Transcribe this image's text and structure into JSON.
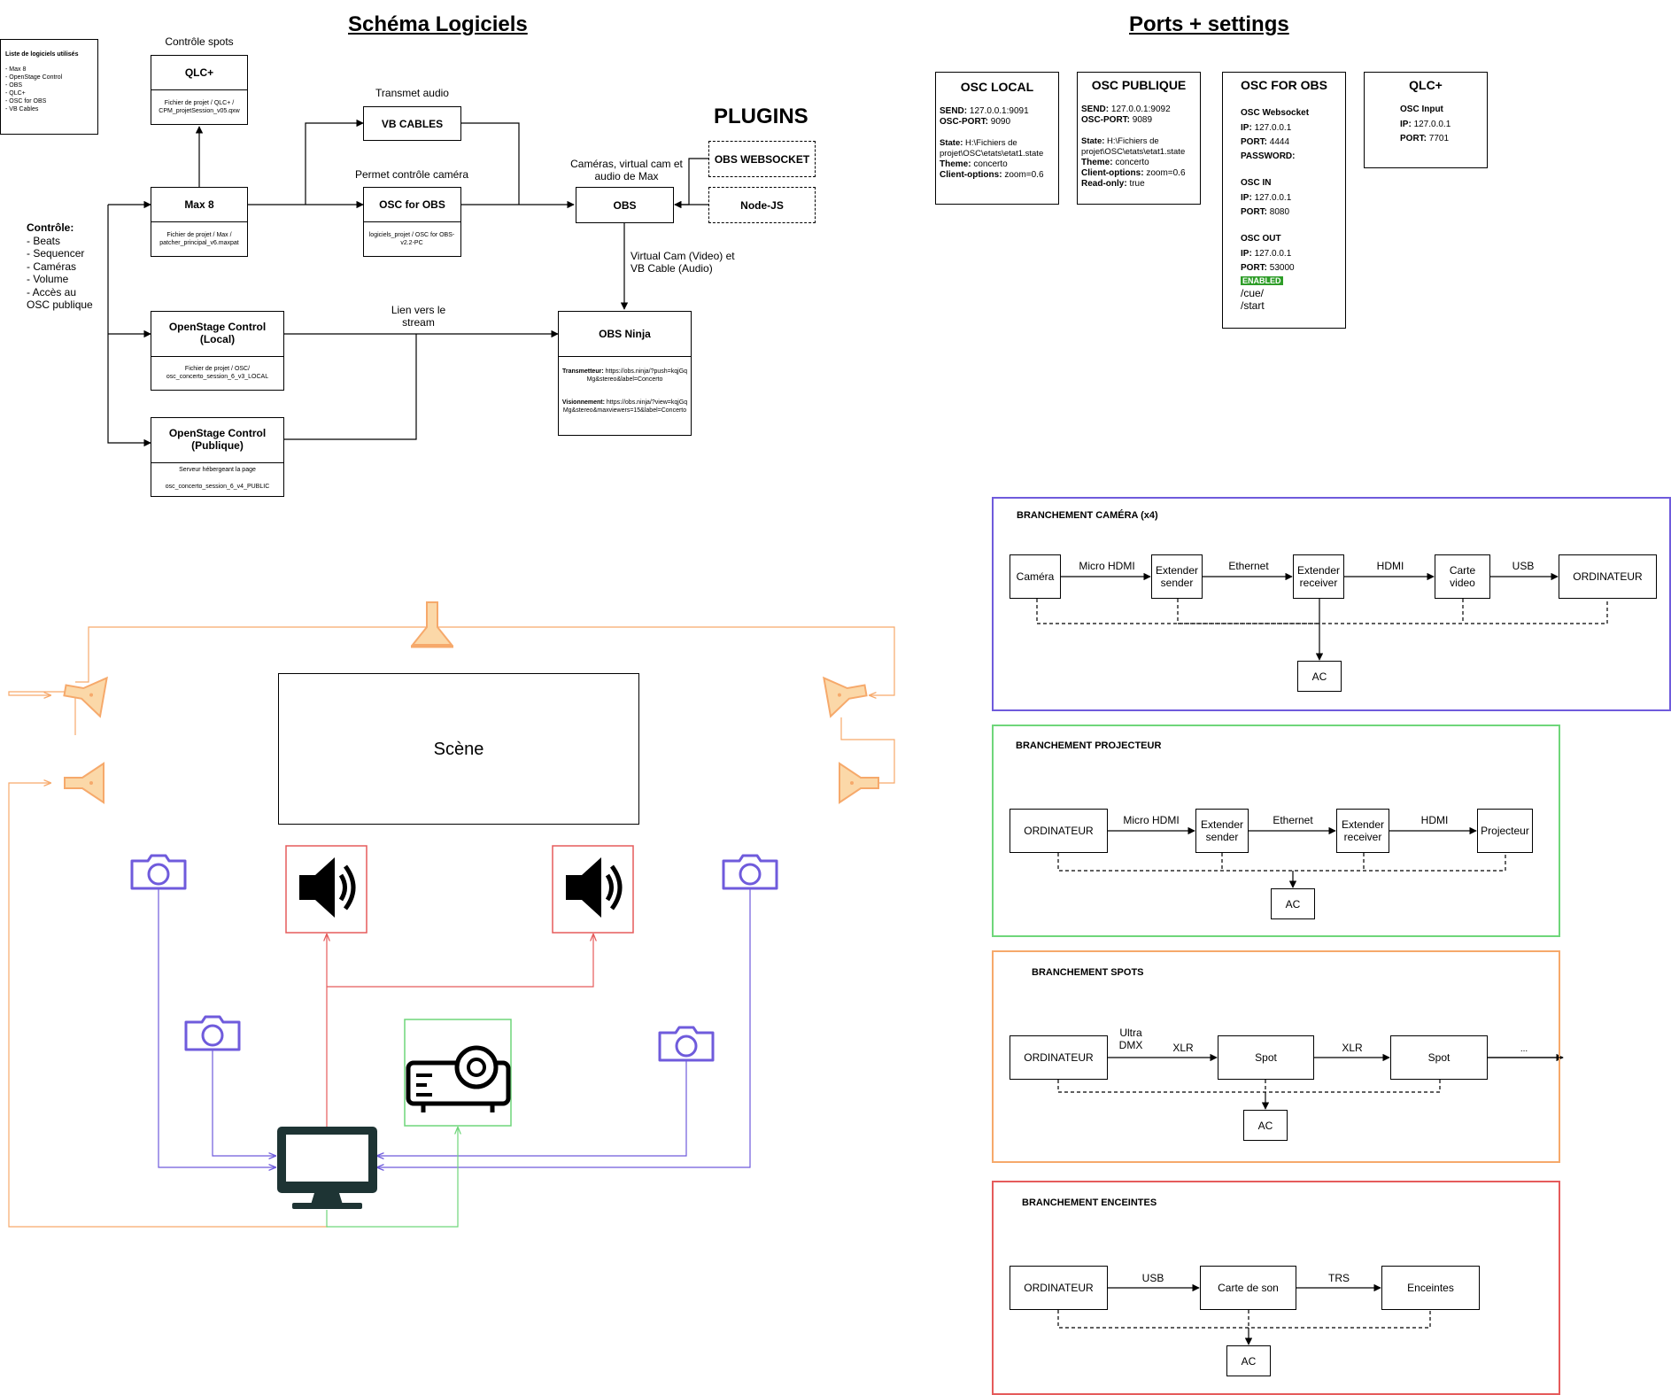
{
  "titles": {
    "schema": "Schéma Logiciels",
    "ports": "Ports + settings",
    "plugins": "PLUGINS"
  },
  "legend": {
    "title": "Liste de logiciels utilisés",
    "items": [
      "- Max 8",
      "- OpenStage Control",
      "- OBS",
      "- QLC+",
      "- OSC for OBS",
      "- VB Cables"
    ]
  },
  "controle": {
    "title": "Contrôle:",
    "items": [
      "- Beats",
      "- Sequencer",
      "- Caméras",
      "- Volume",
      "- Accès au",
      "OSC publique"
    ]
  },
  "software": {
    "qlc": {
      "caption": "Contrôle spots",
      "name": "QLC+",
      "note": "Fichier de projet / QLC+ / CPM_projetSession_v05.qxw"
    },
    "vb": {
      "caption": "Transmet audio",
      "name": "VB CABLES"
    },
    "max": {
      "name": "Max 8",
      "note": "Fichier de projet / Max / patcher_principal_v6.maxpat"
    },
    "oscobs": {
      "caption": "Permet contrôle caméra",
      "name": "OSC for OBS",
      "note": "logiciels_projet / OSC for OBS-v2.2-PC"
    },
    "obs": {
      "caption": "Caméras, virtual cam et audio de Max",
      "name": "OBS"
    },
    "obsws": {
      "name": "OBS WEBSOCKET"
    },
    "nodejs": {
      "name": "Node-JS"
    },
    "virtualcam": "Virtual Cam (Video) et VB Cable (Audio)",
    "osl": {
      "name": "OpenStage Control (Local)",
      "note": "Fichier de projet / OSC/ osc_concerto_session_6_v3_LOCAL"
    },
    "osp": {
      "name": "OpenStage Control (Publique)",
      "note1": "Serveur hébergeant la page",
      "note2": "osc_concerto_session_6_v4_PUBLIC"
    },
    "stream": "Lien vers le stream",
    "ninja": {
      "name": "OBS Ninja",
      "t_label": "Transmetteur:",
      "t_value": "https://obs.ninja/?push=kqjGqMg&stereo&label=Concerto",
      "v_label": "Visionnement:",
      "v_value": "https://obs.ninja/?view=kqjGqMg&stereo&maxviewers=15&label=Concerto"
    }
  },
  "ports": {
    "local": {
      "title": "OSC LOCAL",
      "lines": [
        {
          "k": "SEND:",
          "v": " 127.0.0.1:9091"
        },
        {
          "k": "OSC-PORT:",
          "v": " 9090"
        },
        {
          "k": "",
          "v": ""
        },
        {
          "k": "State:",
          "v": " H:\\Fichiers de projet\\OSC\\etats\\etat1.state"
        },
        {
          "k": "Theme:",
          "v": " concerto"
        },
        {
          "k": "Client-options:",
          "v": " zoom=0.6"
        }
      ]
    },
    "publique": {
      "title": "OSC PUBLIQUE",
      "lines": [
        {
          "k": "SEND:",
          "v": " 127.0.0.1:9092"
        },
        {
          "k": "OSC-PORT:",
          "v": " 9089"
        },
        {
          "k": "",
          "v": ""
        },
        {
          "k": "State:",
          "v": " H:\\Fichiers de projet\\OSC\\etats\\etat1.state"
        },
        {
          "k": "Theme:",
          "v": " concerto"
        },
        {
          "k": "Client-options:",
          "v": " zoom=0.6"
        },
        {
          "k": "Read-only:",
          "v": " true"
        }
      ]
    },
    "oscforobs": {
      "title": "OSC FOR OBS",
      "ws_title": "OSC Websocket",
      "ws_ip": "127.0.0.1",
      "ws_port": "4444",
      "ws_pass": "PASSWORD:",
      "in_title": "OSC IN",
      "in_ip": "127.0.0.1",
      "in_port": "8080",
      "out_title": "OSC OUT",
      "out_ip": "127.0.0.1",
      "out_port": "53000",
      "enabled": "ENABLED",
      "cue": "/cue/",
      "start": "/start",
      "ip_label": "IP:",
      "port_label": "PORT:"
    },
    "qlc": {
      "title": "QLC+",
      "sub": "OSC Input",
      "ip": "127.0.0.1",
      "port": "7701",
      "ip_label": "IP:",
      "port_label": "PORT:"
    }
  },
  "scene": {
    "label": "Scène"
  },
  "camera_panel": {
    "title": "BRANCHEMENT CAMÉRA (x4)",
    "nodes": [
      "Caméra",
      "Extender sender",
      "Extender receiver",
      "Carte video",
      "ORDINATEUR"
    ],
    "links": [
      "Micro HDMI",
      "Ethernet",
      "HDMI",
      "USB"
    ],
    "ac": "AC"
  },
  "projector_panel": {
    "title": "BRANCHEMENT PROJECTEUR",
    "nodes": [
      "ORDINATEUR",
      "Extender sender",
      "Extender receiver",
      "Projecteur"
    ],
    "links": [
      "Micro HDMI",
      "Ethernet",
      "HDMI"
    ],
    "ac": "AC"
  },
  "spots_panel": {
    "title": "BRANCHEMENT SPOTS",
    "nodes": [
      "ORDINATEUR",
      "Spot",
      "Spot"
    ],
    "links": [
      "Ultra DMX",
      "XLR",
      "XLR"
    ],
    "more": "...",
    "ac": "AC"
  },
  "speakers_panel": {
    "title": "BRANCHEMENT ENCEINTES",
    "nodes": [
      "ORDINATEUR",
      "Carte de son",
      "Enceintes"
    ],
    "links": [
      "USB",
      "TRS"
    ],
    "ac": "AC"
  },
  "colors": {
    "camera": "#6f5bdc",
    "projector": "#6fd67a",
    "spots": "#f6a96b",
    "speakers": "#e55b5b",
    "spot_fill": "#fbd8a8",
    "enabled": "#2e9d28"
  }
}
